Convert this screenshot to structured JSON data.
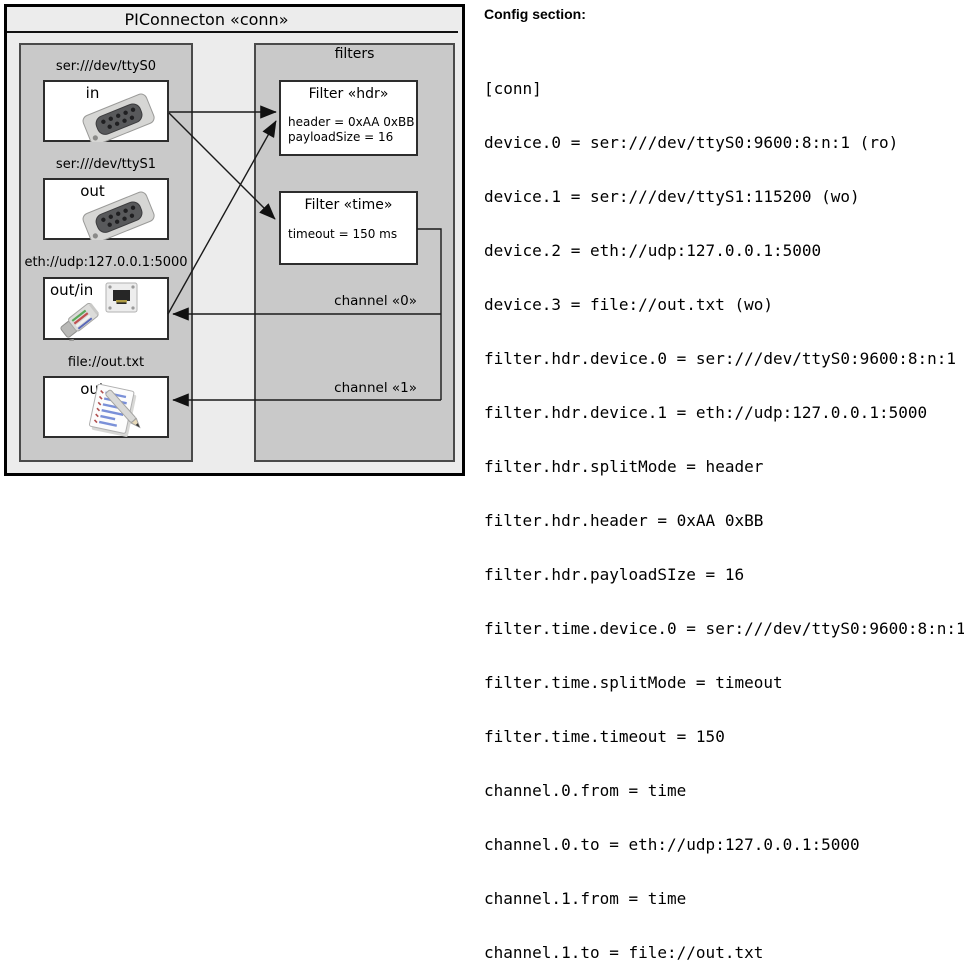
{
  "diagram": {
    "title": "PIConnecton «conn»",
    "devices": [
      {
        "label": "ser:///dev/ttyS0",
        "direction": "in",
        "icon": "serial-connector-icon"
      },
      {
        "label": "ser:///dev/ttyS1",
        "direction": "out",
        "icon": "serial-connector-icon"
      },
      {
        "label": "eth://udp:127.0.0.1:5000",
        "direction": "out/in",
        "icon": "ethernet-jack-icon"
      },
      {
        "label": "file://out.txt",
        "direction": "out",
        "icon": "notepad-pencil-icon"
      }
    ],
    "filters_panel": {
      "title": "filters",
      "filters": [
        {
          "title": "Filter «hdr»",
          "properties": [
            "header = 0xAA 0xBB",
            "payloadSize = 16"
          ]
        },
        {
          "title": "Filter «time»",
          "properties": [
            "timeout = 150 ms"
          ]
        }
      ]
    },
    "channels": [
      {
        "label": "channel «0»"
      },
      {
        "label": "channel «1»"
      }
    ],
    "connections": [
      "ser:///dev/ttyS0 → Filter «hdr»",
      "ser:///dev/ttyS0 → Filter «time»",
      "eth://udp:127.0.0.1:5000 → Filter «hdr»",
      "Filter «time» → channel «0» → eth://udp:127.0.0.1:5000",
      "Filter «time» → channel «1» → file://out.txt"
    ],
    "colors": {
      "outer_background": "#ececec",
      "panel_background": "#c9c9c9",
      "box_background": "#ffffff",
      "outer_border": "#000000",
      "panel_border": "#4a4a4a",
      "line": "#1a1a1a"
    }
  },
  "config": {
    "heading": "Config section:",
    "lines": [
      "[conn]",
      "device.0 = ser:///dev/ttyS0:9600:8:n:1 (ro)",
      "device.1 = ser:///dev/ttyS1:115200 (wo)",
      "device.2 = eth://udp:127.0.0.1:5000",
      "device.3 = file://out.txt (wo)",
      "filter.hdr.device.0 = ser:///dev/ttyS0:9600:8:n:1",
      "filter.hdr.device.1 = eth://udp:127.0.0.1:5000",
      "filter.hdr.splitMode = header",
      "filter.hdr.header = 0xAA 0xBB",
      "filter.hdr.payloadSIze = 16",
      "filter.time.device.0 = ser:///dev/ttyS0:9600:8:n:1",
      "filter.time.splitMode = timeout",
      "filter.time.timeout = 150",
      "channel.0.from = time",
      "channel.0.to = eth://udp:127.0.0.1:5000",
      "channel.1.from = time",
      "channel.1.to = file://out.txt"
    ]
  }
}
